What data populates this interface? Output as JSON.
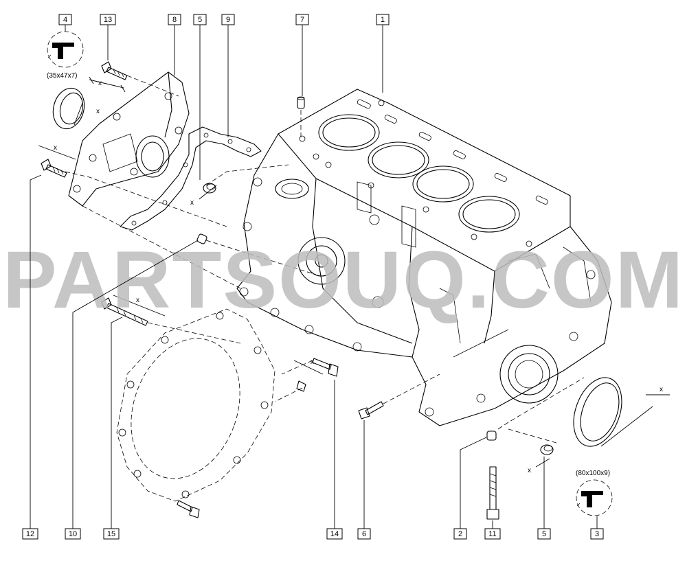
{
  "watermark": "PARTSOUQ.COM",
  "callouts": [
    {
      "id": "c4",
      "label": "4"
    },
    {
      "id": "c13",
      "label": "13"
    },
    {
      "id": "c8",
      "label": "8"
    },
    {
      "id": "c5a",
      "label": "5"
    },
    {
      "id": "c9",
      "label": "9"
    },
    {
      "id": "c7",
      "label": "7"
    },
    {
      "id": "c1",
      "label": "1"
    },
    {
      "id": "c12",
      "label": "12"
    },
    {
      "id": "c10",
      "label": "10"
    },
    {
      "id": "c15",
      "label": "15"
    },
    {
      "id": "c14",
      "label": "14"
    },
    {
      "id": "c6",
      "label": "6"
    },
    {
      "id": "c2",
      "label": "2"
    },
    {
      "id": "c11",
      "label": "11"
    },
    {
      "id": "c5b",
      "label": "5"
    },
    {
      "id": "c3",
      "label": "3"
    }
  ],
  "dimensions": {
    "front_seal": "(35x47x7)",
    "rear_seal": "(80x100x9)",
    "x_mark": "x"
  }
}
